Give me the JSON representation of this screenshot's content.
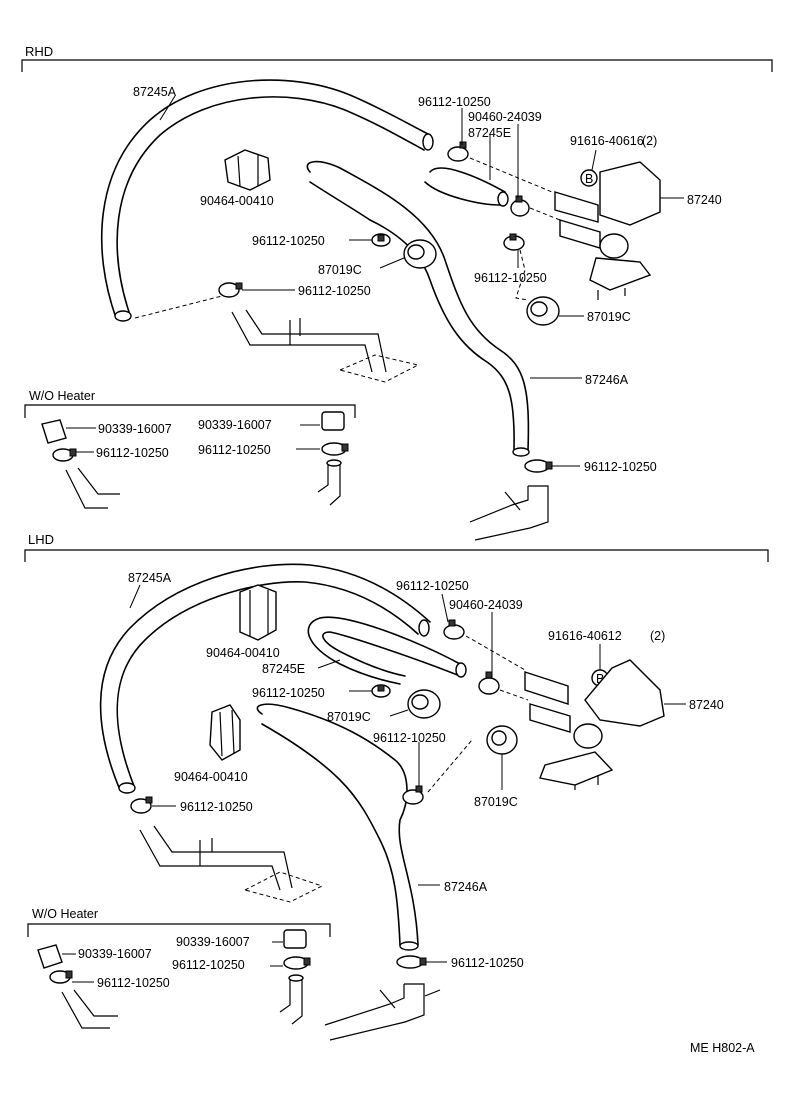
{
  "sections": {
    "rhd": {
      "title": "RHD",
      "wo_heater": "W/O Heater",
      "labels": {
        "hose_87245A": "87245A",
        "clamp_top_a": "96112-10250",
        "grommet_90460": "90460-24039",
        "hose_87245E": "87245E",
        "bolt_91616": "91616-40616",
        "bolt_qty": "(2)",
        "bolt_mark": "B",
        "valve_87240": "87240",
        "clip_90464": "90464-00410",
        "clamp_mid_a": "96112-10250",
        "grommet_87019C_a": "87019C",
        "clamp_mid_b": "96112-10250",
        "grommet_87019C_b": "87019C",
        "clamp_left": "96112-10250",
        "hose_87246A": "87246A",
        "wo_plug_a": "90339-16007",
        "wo_clamp_a": "96112-10250",
        "wo_plug_b": "90339-16007",
        "wo_clamp_b": "96112-10250",
        "clamp_bottom": "96112-10250"
      }
    },
    "lhd": {
      "title": "LHD",
      "wo_heater": "W/O Heater",
      "labels": {
        "hose_87245A": "87245A",
        "clamp_top_a": "96112-10250",
        "grommet_90460": "90460-24039",
        "bolt_91616": "91616-40612",
        "bolt_qty": "(2)",
        "bolt_mark": "B",
        "clip_90464_a": "90464-00410",
        "hose_87245E": "87245E",
        "clamp_mid_a": "96112-10250",
        "valve_87240": "87240",
        "grommet_87019C_a": "87019C",
        "clamp_mid_b": "96112-10250",
        "clip_90464_b": "90464-00410",
        "grommet_87019C_b": "87019C",
        "clamp_left": "96112-10250",
        "hose_87246A": "87246A",
        "wo_plug_a": "90339-16007",
        "wo_clamp_a": "96112-10250",
        "wo_plug_b": "90339-16007",
        "wo_clamp_b": "96112-10250",
        "clamp_bottom": "96112-10250"
      }
    }
  },
  "footer": {
    "code": "ME H802-A"
  }
}
